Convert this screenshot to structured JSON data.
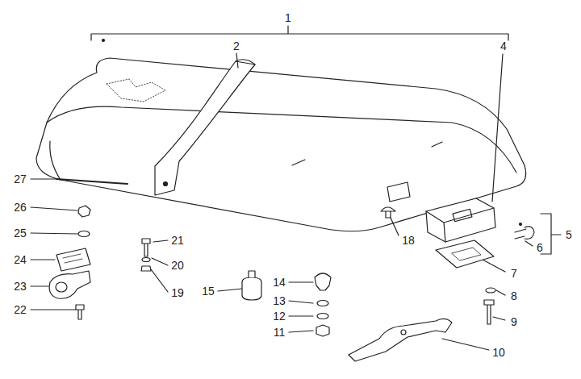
{
  "diagram": {
    "labels": [
      "1",
      "2",
      "4",
      "27",
      "26",
      "25",
      "24",
      "23",
      "22",
      "21",
      "20",
      "19",
      "15",
      "14",
      "13",
      "12",
      "11",
      "18",
      "5",
      "6",
      "7",
      "8",
      "9",
      "10"
    ]
  }
}
